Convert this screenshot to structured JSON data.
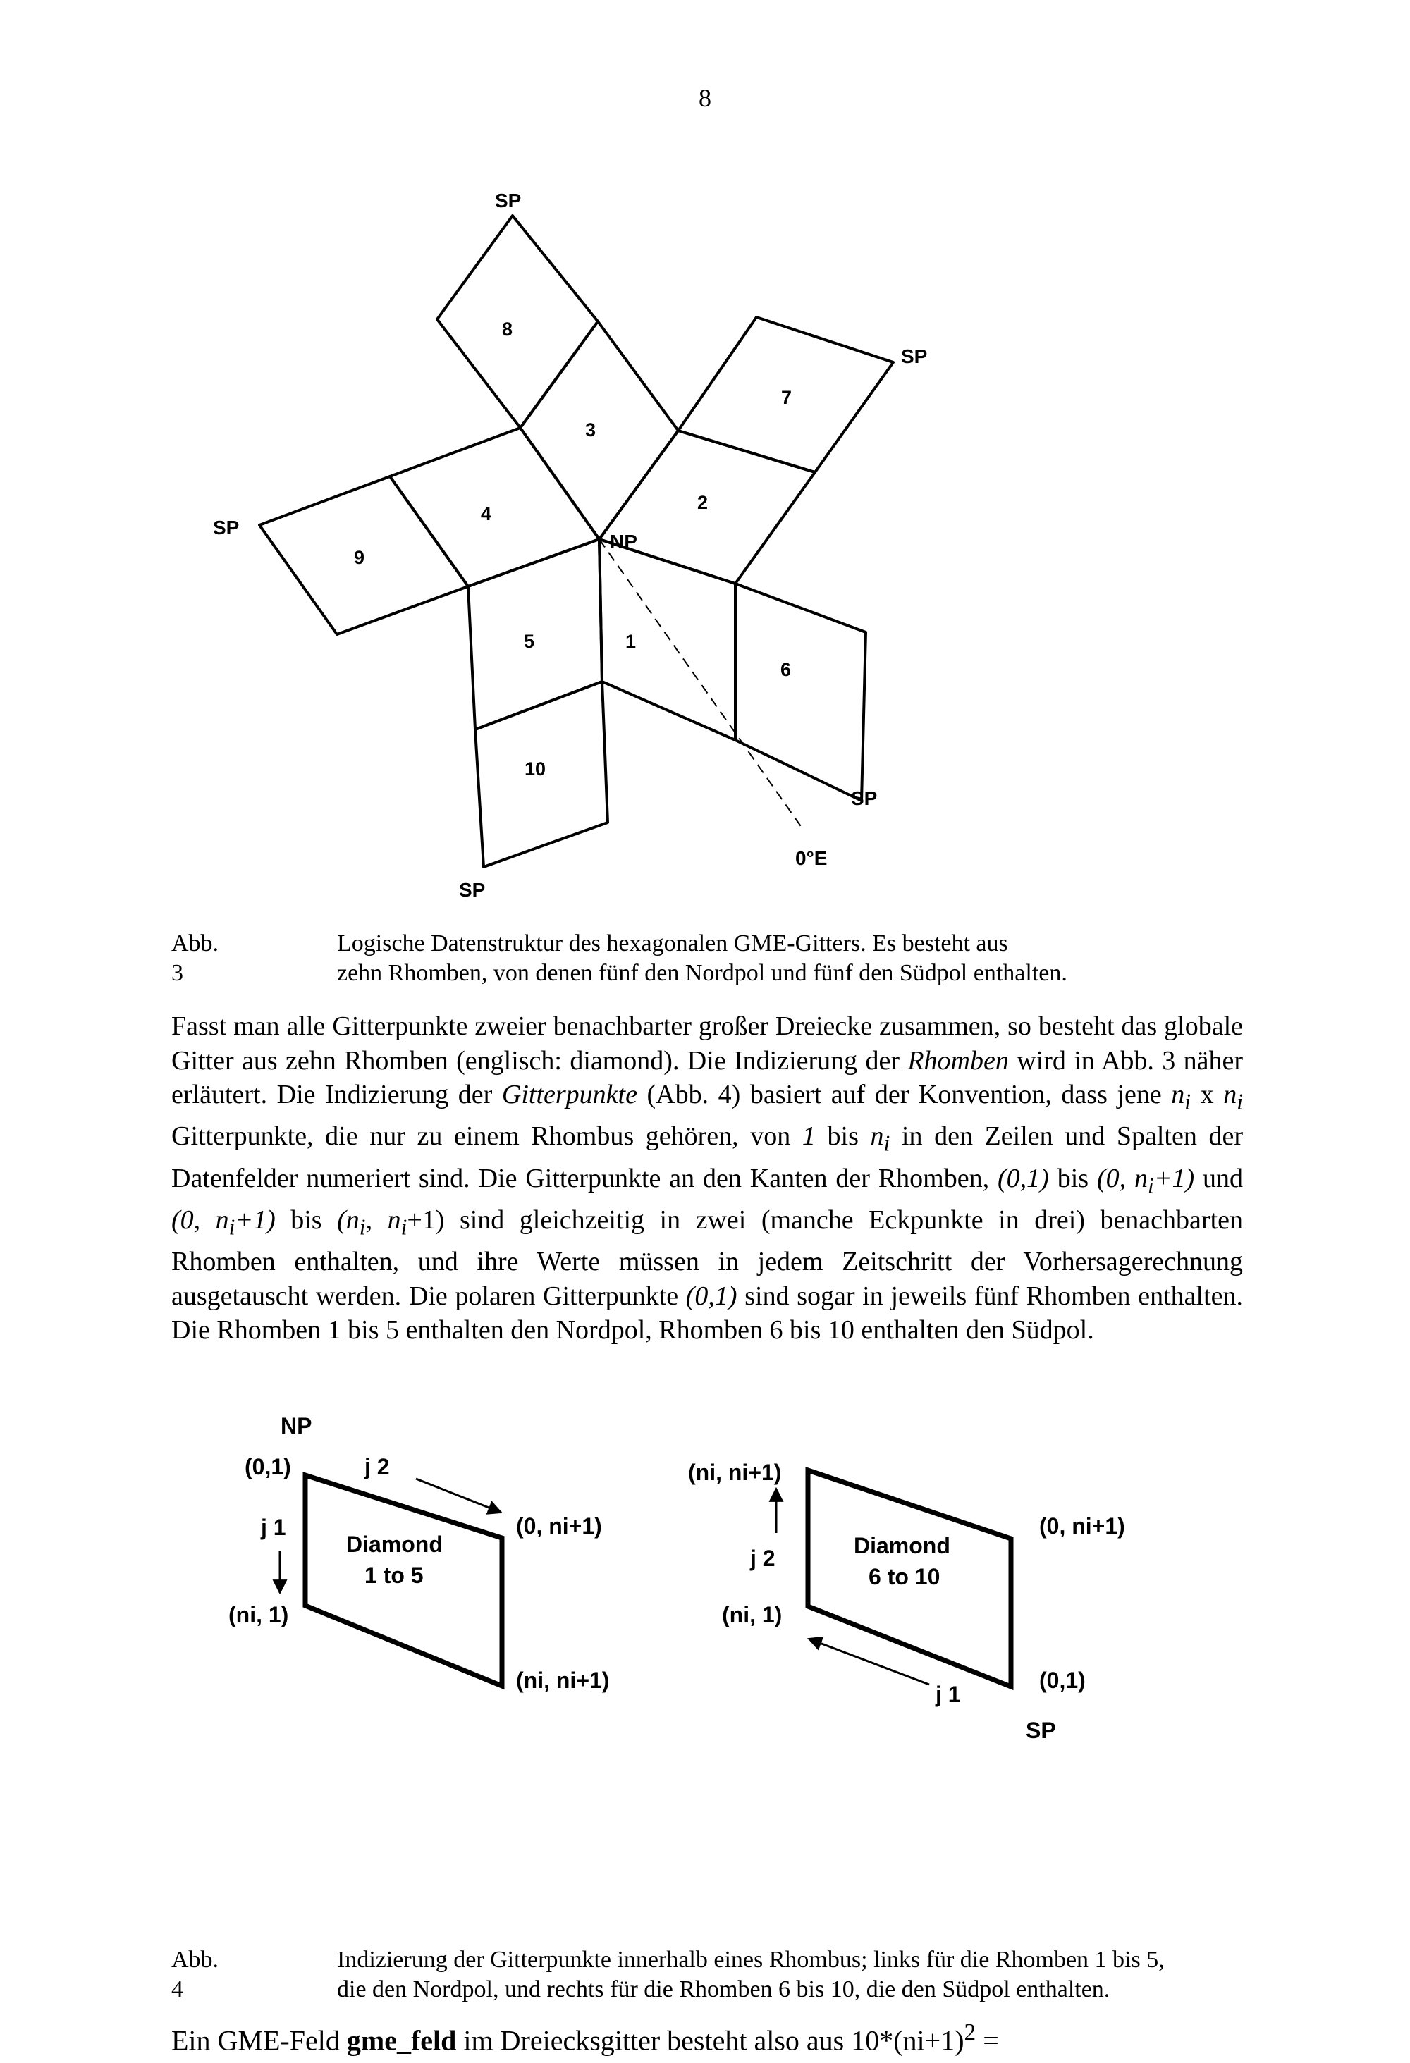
{
  "page": {
    "number": "8"
  },
  "figure3": {
    "rhombus_labels": [
      "1",
      "2",
      "3",
      "4",
      "5",
      "6",
      "7",
      "8",
      "9",
      "10"
    ],
    "pole_labels": {
      "np": "NP",
      "sp": "SP"
    },
    "meridian_label": "0°E",
    "caption": {
      "label": "Abb. 3",
      "line1": "Logische Datenstruktur des hexagonalen GME-Gitters. Es besteht aus",
      "line2": "zehn Rhomben, von denen fünf den Nordpol und fünf den Südpol enthalten."
    }
  },
  "paragraph": {
    "s1": "Fasst man alle Gitterpunkte zweier benachbarter großer Dreiecke zusammen, so besteht das globale Gitter aus zehn Rhomben (englisch: diamond). Die Indizierung der ",
    "rhomben": "Rhomben",
    "s2": " wird in Abb. 3 näher erläutert. Die Indizierung der ",
    "gitterpunkte": "Gitterpunkte",
    "s3": " (Abb. 4) basiert auf der Konvention, dass jene ",
    "n": "n",
    "i": "i",
    "x": " x ",
    "s4": " Gitterpunkte, die nur zu einem Rhombus gehören, von ",
    "one": "1",
    "bis": " bis ",
    "s5": " in den Zeilen und Spalten der Datenfelder numeriert sind. Die Gitterpunkte an den Kanten der Rhomben, ",
    "p01": "(0,1)",
    "p0n_a": "(0, ",
    "plus1": "+1)",
    "und": " und ",
    "pn_a": "(n",
    "comma": ", ",
    "plus1b": "+1)",
    "s6": " sind gleichzeitig in zwei (manche Eckpunkte in drei) benachbarten Rhomben enthalten, und ihre Werte müssen in jedem Zeitschritt der Vorhersagerechnung ausgetauscht werden. Die polaren Gitterpunkte ",
    "s7": " sind sogar in jeweils fünf Rhomben enthalten. Die Rhomben 1 bis 5 enthalten den Nordpol, Rhomben 6 bis 10 enthalten den Südpol."
  },
  "figure4": {
    "left": {
      "pole": "NP",
      "top_left": "(0,1)",
      "j_top": "j 2",
      "j_side": "j 1",
      "bottom_left": "(ni, 1)",
      "right_top": "(0, ni+1)",
      "bottom_right": "(ni, ni+1)",
      "title1": "Diamond",
      "title2": "1 to 5"
    },
    "right": {
      "top_left": "(ni, ni+1)",
      "j_side": "j 2",
      "bottom_left": "(ni, 1)",
      "right_top": "(0, ni+1)",
      "bottom_right": "(0,1)",
      "j_bottom": "j 1",
      "pole": "SP",
      "title1": "Diamond",
      "title2": "6 to 10"
    },
    "caption": {
      "label": "Abb. 4",
      "line1": "Indizierung der Gitterpunkte innerhalb eines Rhombus; links für die Rhomben 1 bis 5,",
      "line2": "die den Nordpol, und rechts für die Rhomben 6 bis 10, die den Südpol enthalten."
    }
  },
  "last_line": {
    "pre": "Ein GME-Feld ",
    "bold": "gme_feld",
    "mid": " im Dreiecksgitter besteht also aus 10*(ni+1)",
    "sup": "2",
    "post": " ="
  }
}
